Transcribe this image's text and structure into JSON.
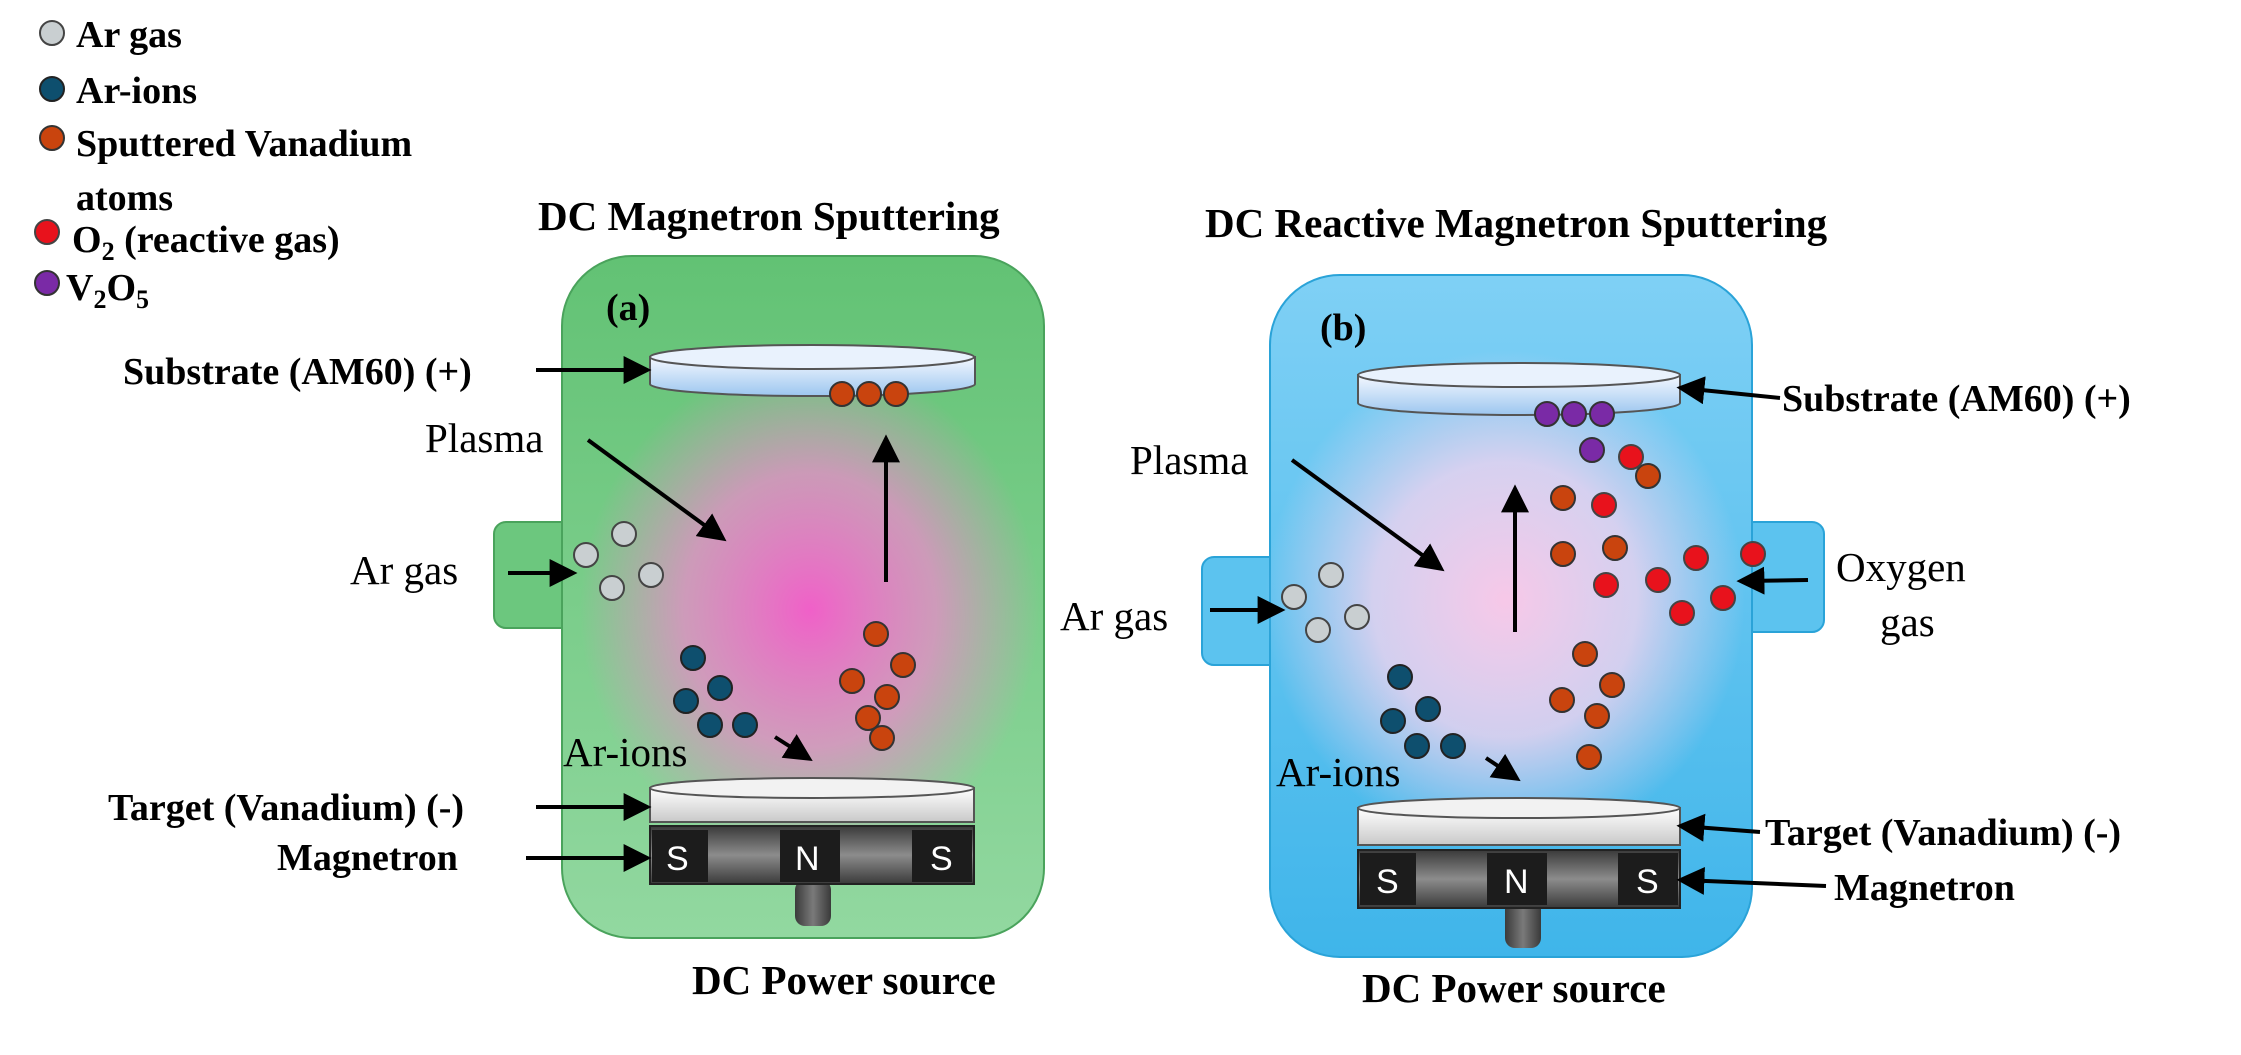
{
  "legend": {
    "ar_gas": "Ar gas",
    "ar_ions": "Ar-ions",
    "sputtered_line1": "Sputtered Vanadium",
    "sputtered_line2": "atoms",
    "o2_main": "O",
    "o2_sub": "2",
    "o2_rest": " (reactive gas)",
    "v2o5_v": "V",
    "v2o5_sub1": "2",
    "v2o5_o": "O",
    "v2o5_sub2": "5"
  },
  "panel_a": {
    "title": "DC Magnetron Sputtering",
    "tag": "(a)",
    "substrate": "Substrate (AM60) (+)",
    "plasma": "Plasma",
    "ar_gas": "Ar gas",
    "ar_ions": "Ar-ions",
    "target": "Target (Vanadium) (-)",
    "magnetron": "Magnetron",
    "power": "DC Power source",
    "pole_left": "S",
    "pole_mid": "N",
    "pole_right": "S"
  },
  "panel_b": {
    "title": "DC Reactive Magnetron Sputtering",
    "tag": "(b)",
    "substrate": "Substrate (AM60) (+)",
    "plasma": "Plasma",
    "ar_gas": "Ar gas",
    "oxygen_line1": "Oxygen",
    "oxygen_line2": "gas",
    "ar_ions": "Ar-ions",
    "target": "Target (Vanadium) (-)",
    "magnetron": "Magnetron",
    "power": "DC Power source",
    "pole_left": "S",
    "pole_mid": "N",
    "pole_right": "S"
  },
  "colors": {
    "ar_gas": "#c9cfd1",
    "ar_ion": "#0e4f6e",
    "vanadium": "#c9440e",
    "oxygen": "#e8121c",
    "v2o5": "#7a2aa6",
    "chamber_a": "#6cc77e",
    "chamber_b": "#5cc3ef",
    "plasma": "#f06bc8"
  }
}
